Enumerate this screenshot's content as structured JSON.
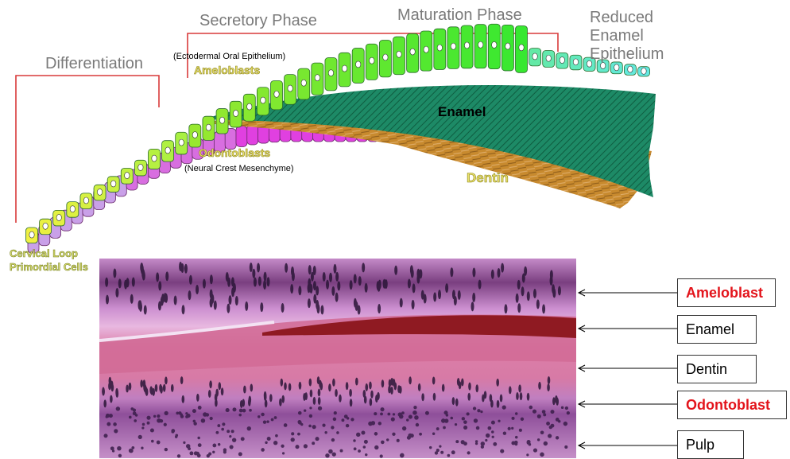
{
  "diagram": {
    "phases": {
      "differentiation": "Differentiation",
      "secretory": "Secretory Phase",
      "maturation": "Maturation Phase",
      "reduced_line1": "Reduced",
      "reduced_line2": "Enamel",
      "reduced_line3": "Epithelium"
    },
    "labels": {
      "ectodermal": "(Ectodermal Oral Epithelium)",
      "ameloblasts": "Ameloblasts",
      "enamel": "Enamel",
      "odontoblasts": "Odontoblasts",
      "neural_crest": "(Neural Crest Mesenchyme)",
      "dentin": "Dentin",
      "cervical_line1": "Cervical Loop",
      "cervical_line2": "Primordial Cells"
    },
    "colors": {
      "enamel": "#1d8a66",
      "dentin": "#c88a2e",
      "ameloblast": "#33dd33",
      "odontoblast": "#dd44dd",
      "bracket": "#d93a3a"
    }
  },
  "histology": {
    "labels": [
      {
        "text": "Ameloblast",
        "emphasis": true
      },
      {
        "text": "Enamel",
        "emphasis": false
      },
      {
        "text": "Dentin",
        "emphasis": false
      },
      {
        "text": "Odontoblast",
        "emphasis": true
      },
      {
        "text": "Pulp",
        "emphasis": false
      }
    ]
  }
}
